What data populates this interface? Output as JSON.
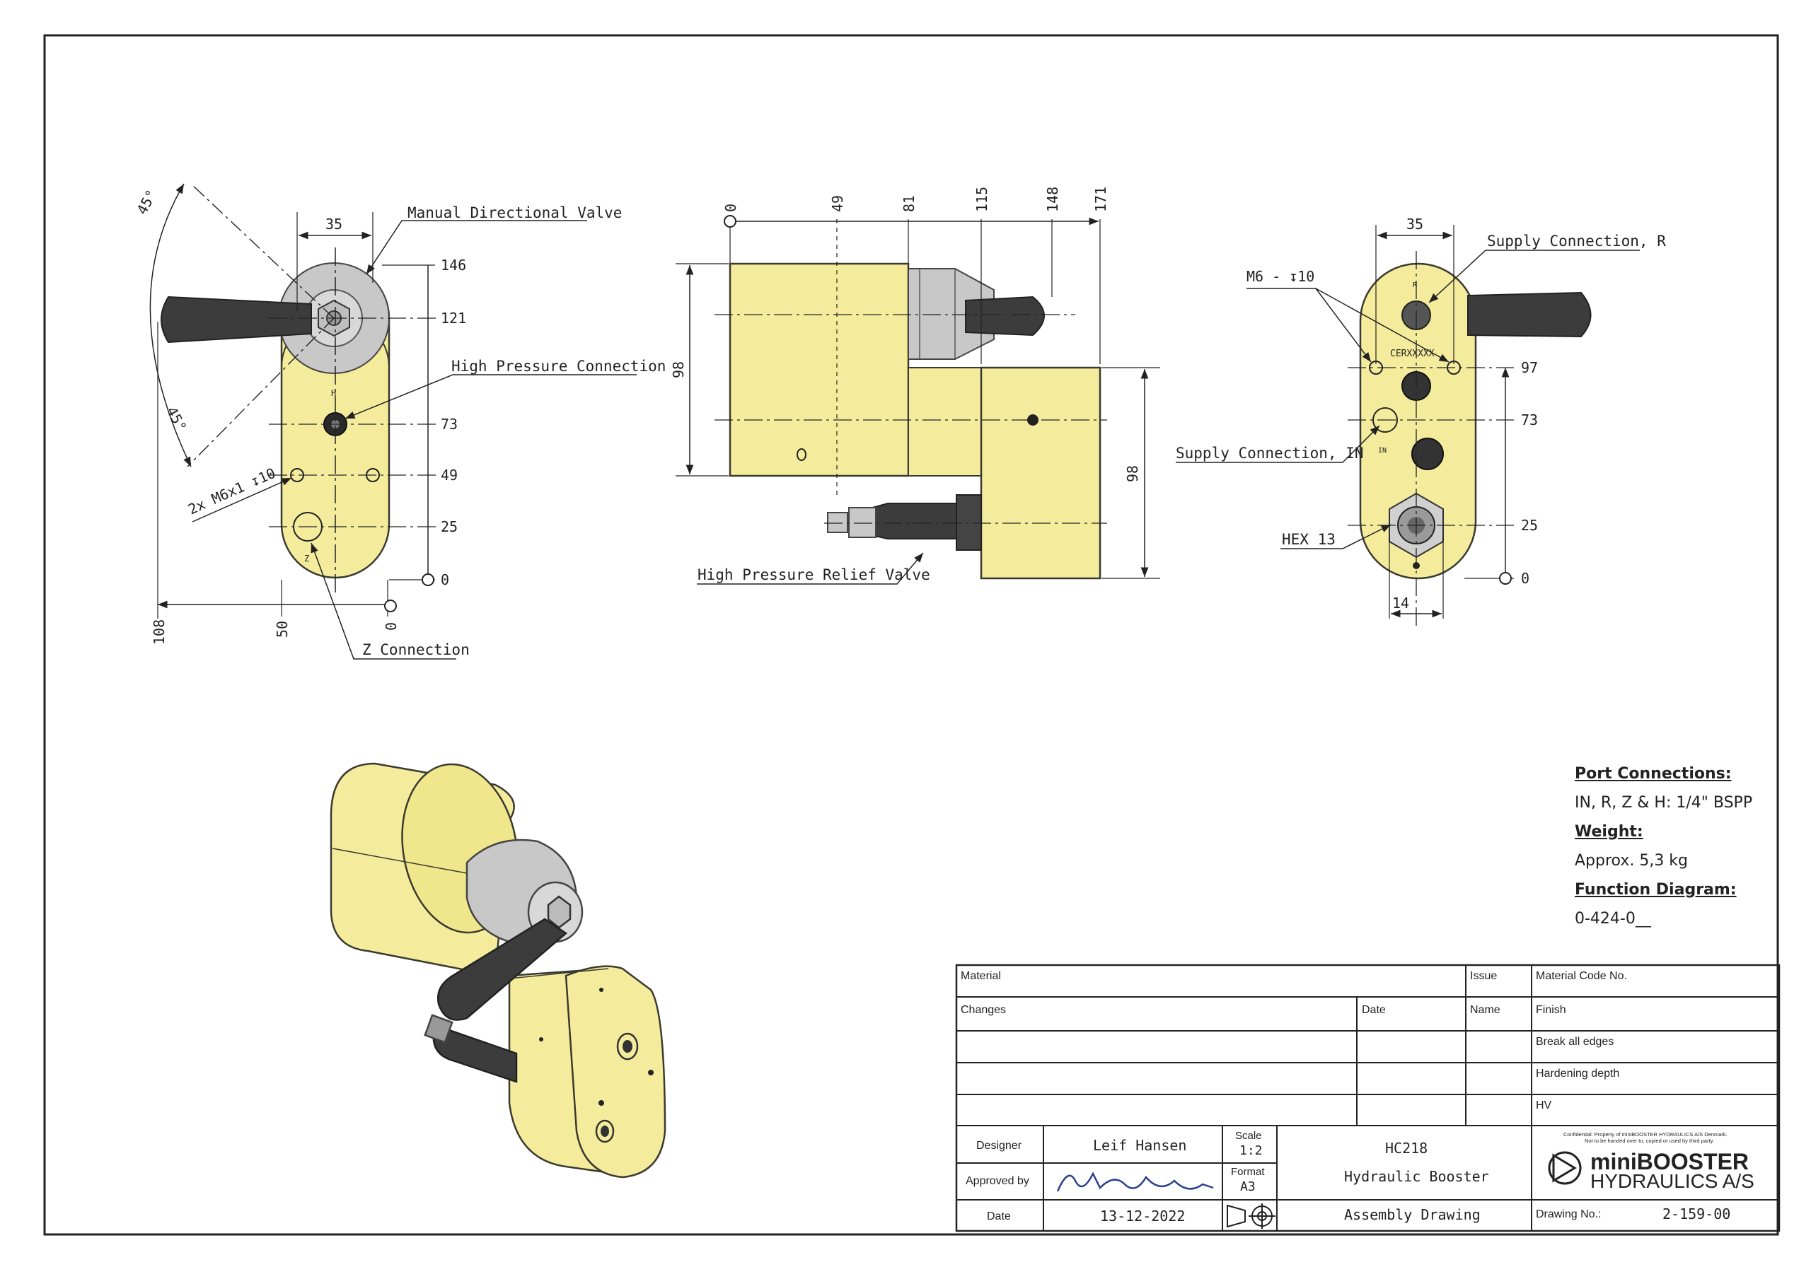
{
  "colors": {
    "body": "#f4ec9c",
    "body_edge": "#3a3a30",
    "handle": "#3c3c3c",
    "steel": "#c8c8c8",
    "ink": "#222222"
  },
  "left_view": {
    "label_valve": "Manual Directional Valve",
    "label_hp": "High Pressure Connection",
    "label_mount": "2x M6x1 ↧10",
    "label_z": "Z Connection",
    "angle_top": "45°",
    "angle_bottom": "45°",
    "dim_width": "35",
    "dim_right": [
      "146",
      "121",
      "73",
      "49",
      "25",
      "0"
    ],
    "dim_bottom": [
      "108",
      "50",
      "0"
    ],
    "port_h": "H",
    "port_z": "Z"
  },
  "center_view": {
    "dim_top": [
      "0",
      "49",
      "81",
      "115",
      "148",
      "171"
    ],
    "dim_left": "98",
    "dim_right": "98",
    "label_relief": "High Pressure Relief Valve"
  },
  "right_view": {
    "label_supply_r": "Supply Connection, R",
    "label_m6": "M6 - ↧10",
    "label_supply_in": "Supply Connection, IN",
    "label_hex": "HEX 13",
    "marking": "CERXXXXX",
    "dim_width": "35",
    "dim_bottom": "14",
    "dim_right": [
      "97",
      "73",
      "25",
      "0"
    ],
    "port_r": "R",
    "port_in": "IN"
  },
  "notes": {
    "ports_h": "Port Connections:",
    "ports_v": "IN, R, Z & H: 1/4\" BSPP",
    "weight_h": "Weight:",
    "weight_v": "Approx. 5,3 kg",
    "func_h": "Function Diagram:",
    "func_v": "0-424-0__"
  },
  "title_block": {
    "material": "Material",
    "issue": "Issue",
    "material_code": "Material Code No.",
    "changes": "Changes",
    "date_col": "Date",
    "name_col": "Name",
    "finish": "Finish",
    "break_edges": "Break all edges",
    "hardening": "Hardening depth",
    "hv": "HV",
    "designer_label": "Designer",
    "designer": "Leif Hansen",
    "approved_label": "Approved by",
    "date_label": "Date",
    "date": "13-12-2022",
    "scale_label": "Scale",
    "scale": "1:2",
    "format_label": "Format",
    "format": "A3",
    "part_no": "HC218",
    "part_name": "Hydraulic Booster",
    "drawing_type": "Assembly Drawing",
    "confidential_1": "Confidential: Property of miniBOOSTER HYDRAULICS A/S Denmark.",
    "confidential_2": "Not to be handed over to, copied or used by third party.",
    "logo_1": "miniBOOSTER",
    "logo_2": "HYDRAULICS A/S",
    "drawing_no_label": "Drawing No.:",
    "drawing_no": "2-159-00"
  }
}
